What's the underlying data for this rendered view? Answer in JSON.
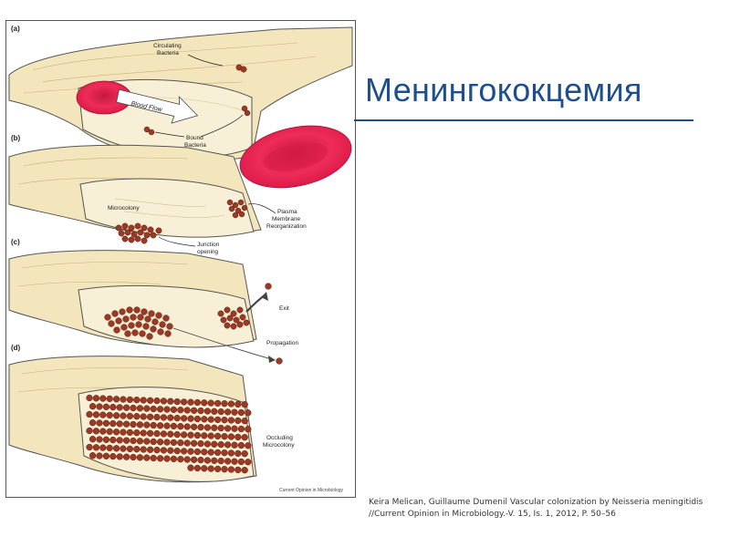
{
  "slide": {
    "title": "Менингококцемия",
    "citation": {
      "line1": "Keira Melican, Guillaume Dumenil  Vascular colonization by Neisseria meningitidis",
      "line2": "//Current Opinion in Microbiology.-V. 15, Is. 1, 2012, P. 50–56"
    }
  },
  "figure": {
    "panel_labels": {
      "a": "(a)",
      "b": "(b)",
      "c": "(c)",
      "d": "(d)"
    },
    "labels": {
      "circulating": [
        "Circulating",
        "Bacteria"
      ],
      "blood_flow": "Blood Flow",
      "bound": [
        "Bound",
        "Bacteria"
      ],
      "microcolony": "Microcolony",
      "plasma": [
        "Plasma",
        "Membrane",
        "Reorganization"
      ],
      "junction": [
        "Junction",
        "opening"
      ],
      "exit": "Exit",
      "propagation": "Propagation",
      "occluding": [
        "Occluding",
        "Microcolony"
      ]
    },
    "credit": "Current Opinion in Microbiology",
    "colors": {
      "vessel": "#f3e6bc",
      "vessel_inner": "#f7efd6",
      "endothelium": "#e6cf9a",
      "red_blood_cell": "#e8214f",
      "bacteria": "#9b3a24",
      "outline": "#444444"
    }
  }
}
